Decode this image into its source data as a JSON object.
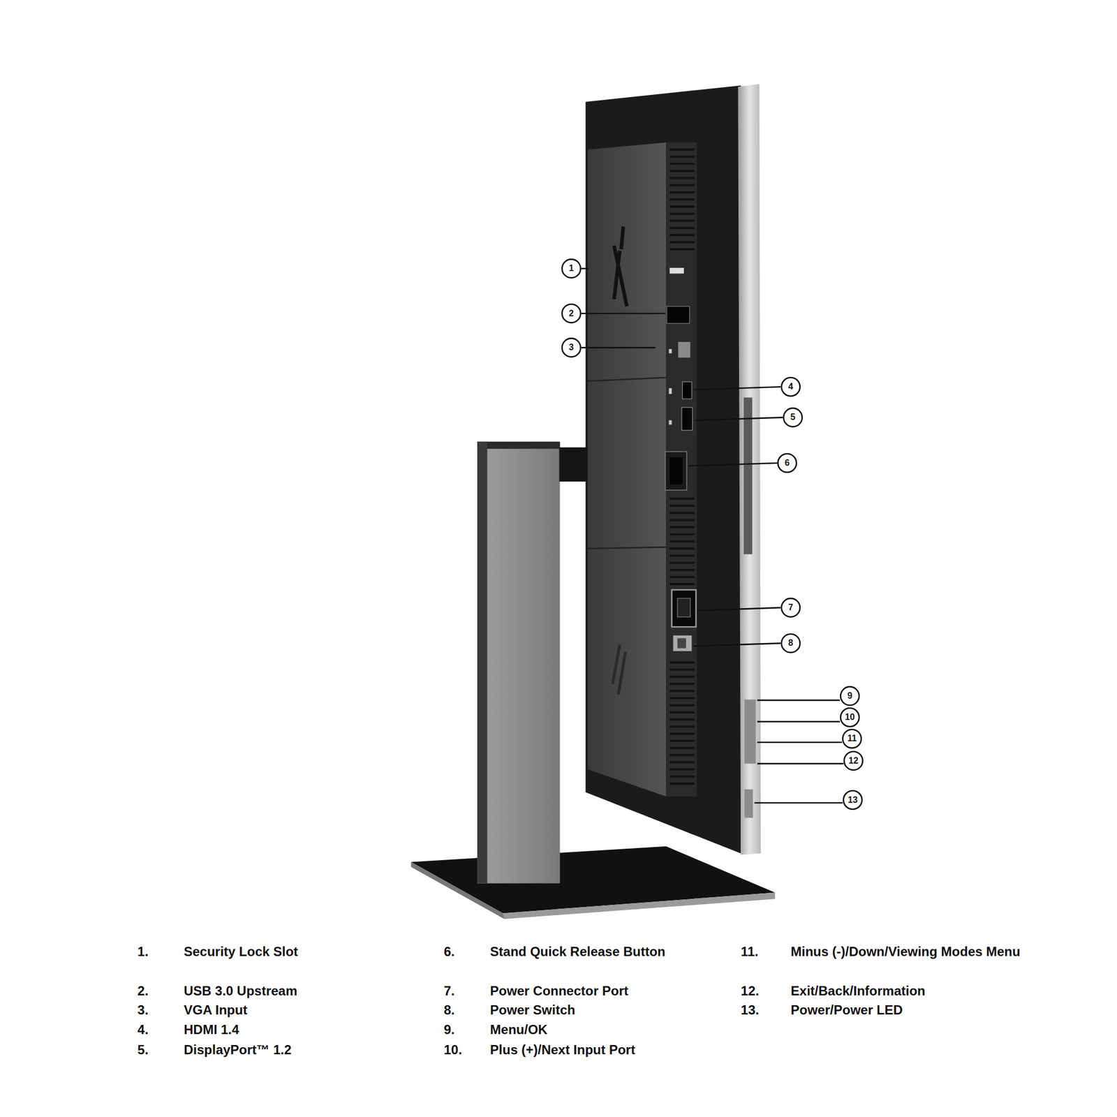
{
  "diagram": {
    "labels": [
      "1",
      "2",
      "3",
      "4",
      "5",
      "6",
      "7",
      "8",
      "9",
      "10",
      "11",
      "12",
      "13",
      "1.",
      "Security Lock Slot",
      "2.",
      "USB 3.0 Upstream",
      "3.",
      "VGA Input",
      "4.",
      "HDMI 1.4",
      "5.",
      "DisplayPort™ 1.2",
      "6.",
      "Stand Quick Release Button",
      "7.",
      "Power Connector Port",
      "8.",
      "Power Switch",
      "9.",
      "Menu/OK",
      "10.",
      "Plus (+)/Next Input Port",
      "11.",
      "Minus (-)/Down/Viewing Modes Menu",
      "12.",
      "Exit/Back/Information",
      "13.",
      "Power/Power LED"
    ]
  }
}
